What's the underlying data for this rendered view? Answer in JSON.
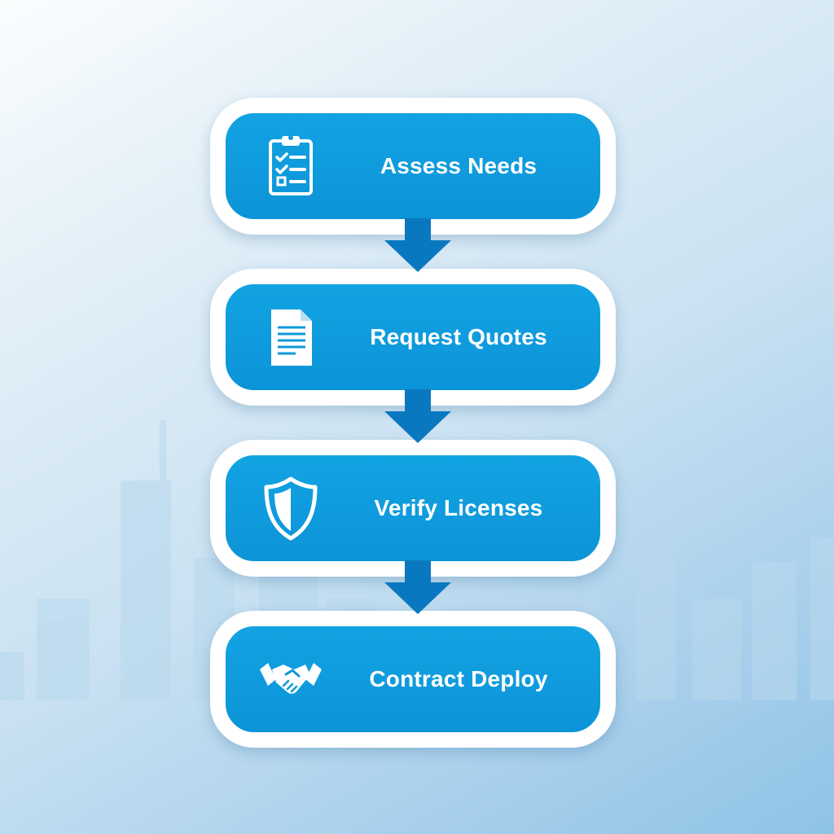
{
  "colors": {
    "step_fill": "#0c9ad9",
    "step_border": "#ffffff",
    "arrow": "#0a78c0",
    "background": "#c9e1f1"
  },
  "steps": [
    {
      "label": "Assess Needs",
      "icon": "clipboard-checklist-icon"
    },
    {
      "label": "Request Quotes",
      "icon": "document-icon"
    },
    {
      "label": "Verify Licenses",
      "icon": "shield-icon"
    },
    {
      "label": "Contract Deploy",
      "icon": "handshake-icon"
    }
  ]
}
